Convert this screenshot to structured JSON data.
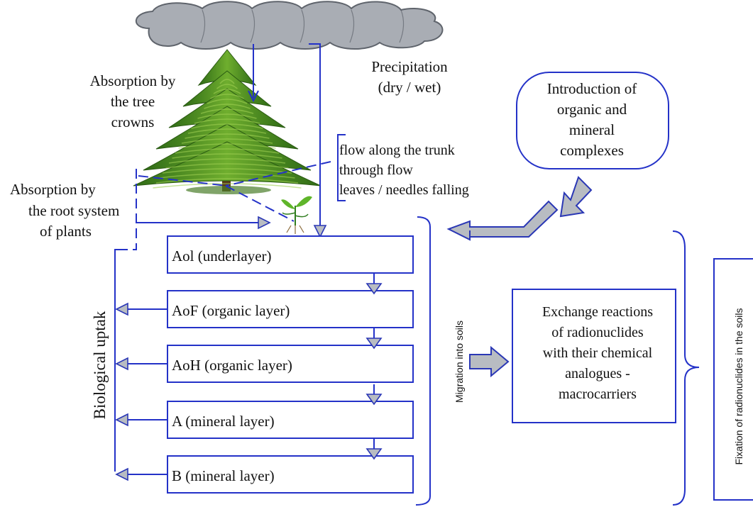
{
  "colors": {
    "line": "#2432c8",
    "cloud_fill": "#a9adb4",
    "cloud_stroke": "#5f646c",
    "arrow_fill": "#b8bcc2",
    "arrow_stroke": "#2a37b5",
    "tree_green": "#3e7d1e",
    "tree_light": "#9fcf52"
  },
  "labels": {
    "absorption_crowns": [
      "Absorption by",
      "the tree",
      "crowns"
    ],
    "precipitation": [
      "Precipitation",
      "(dry / wet)"
    ],
    "introduction": [
      "Introduction of",
      "organic and",
      "mineral",
      "complexes"
    ],
    "flow": [
      "flow along the trunk",
      "through flow",
      "leaves / needles falling"
    ],
    "absorption_root": [
      "Absorption by",
      "the root system",
      "of plants"
    ],
    "biological_uptake": "Biological uptak",
    "migration": "Migration into soils",
    "fixation": "Fixation of radionuclides in the soils",
    "exchange": [
      "Exchange reactions",
      "of radionuclides",
      "with their chemical",
      "analogues -",
      "macrocarriers"
    ]
  },
  "layers": [
    "Aol (underlayer)",
    "AoF (organic layer)",
    "AoH (organic layer)",
    "A (mineral layer)",
    "B (mineral layer)"
  ],
  "icons": {
    "cloud": "cloud-icon",
    "tree": "spruce-tree-icon",
    "seedling": "seedling-icon"
  }
}
